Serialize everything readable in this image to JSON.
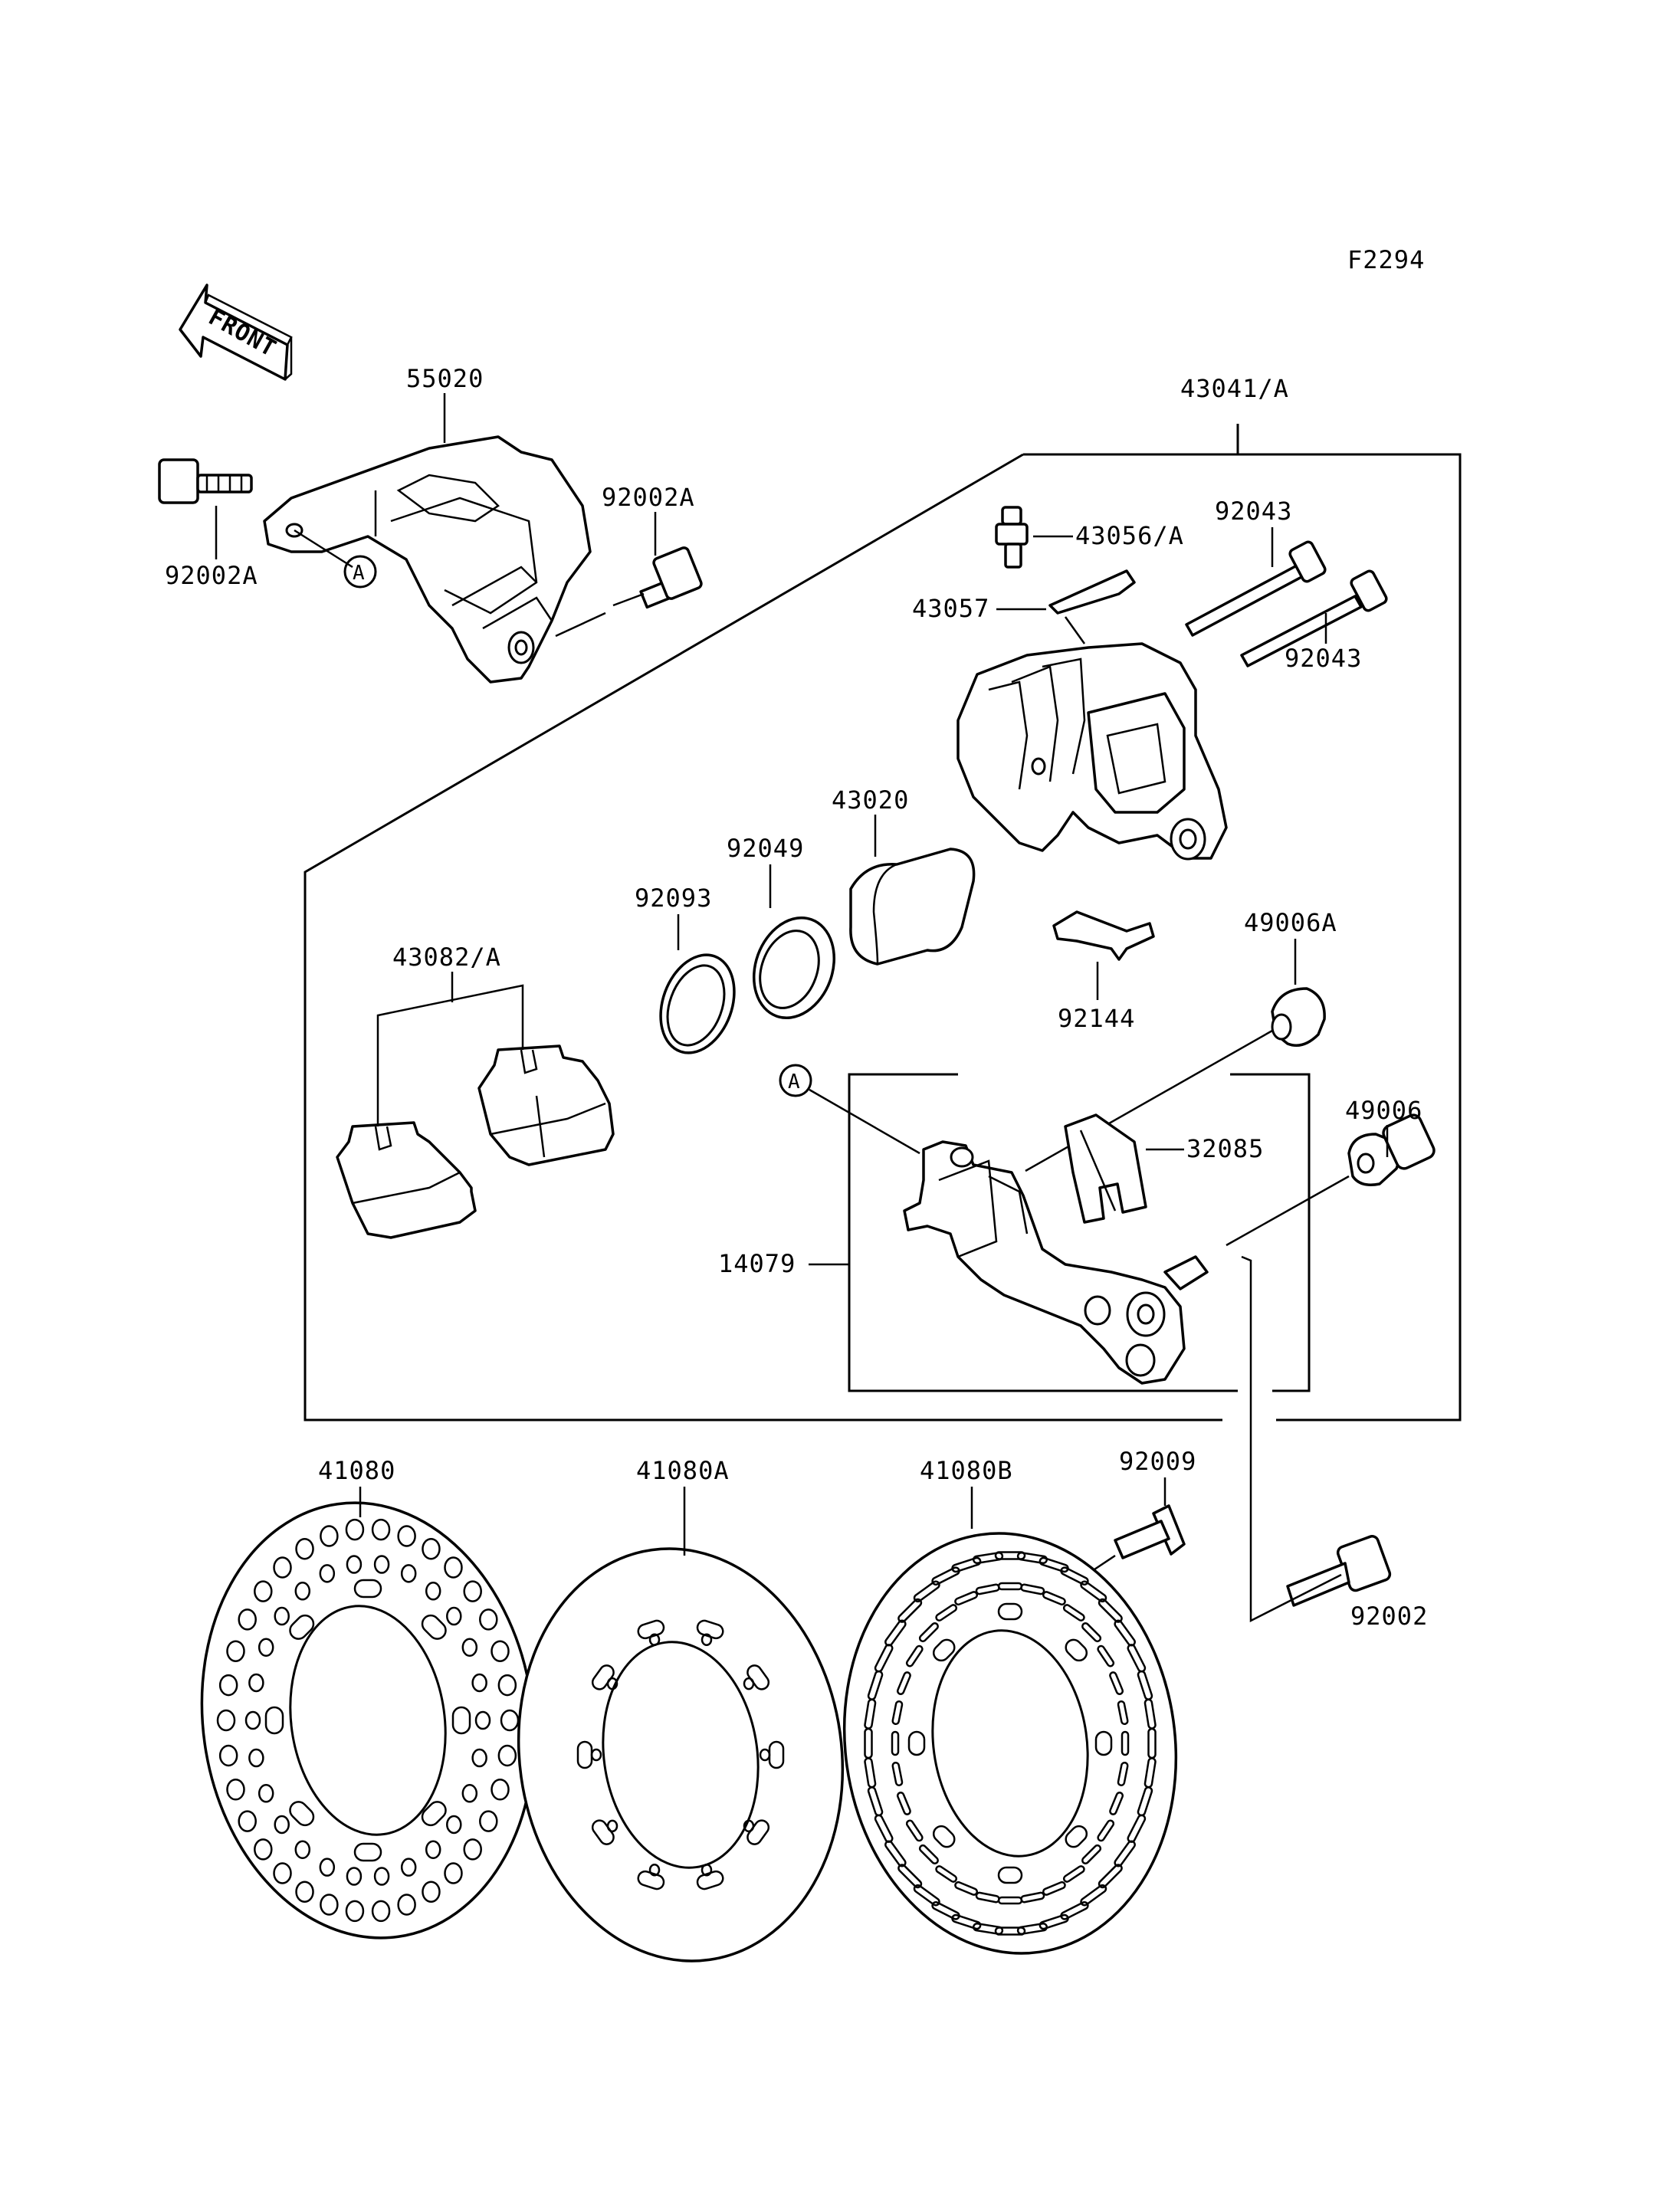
{
  "figure_code": "F2294",
  "front_label": "FRONT",
  "ref_marker": "A",
  "labels": {
    "p55020": "55020",
    "p92002A_top": "92002A",
    "p92002A_left": "92002A",
    "p43041A": "43041/A",
    "p43056A": "43056/A",
    "p92043_top": "92043",
    "p43057": "43057",
    "p92043_bot": "92043",
    "p43020": "43020",
    "p92049": "92049",
    "p92093": "92093",
    "p43082A": "43082/A",
    "p49006A": "49006A",
    "p92144": "92144",
    "p49006": "49006",
    "p32085": "32085",
    "p14079": "14079",
    "p41080": "41080",
    "p41080A": "41080A",
    "p41080B": "41080B",
    "p92009": "92009",
    "p92002": "92002"
  }
}
